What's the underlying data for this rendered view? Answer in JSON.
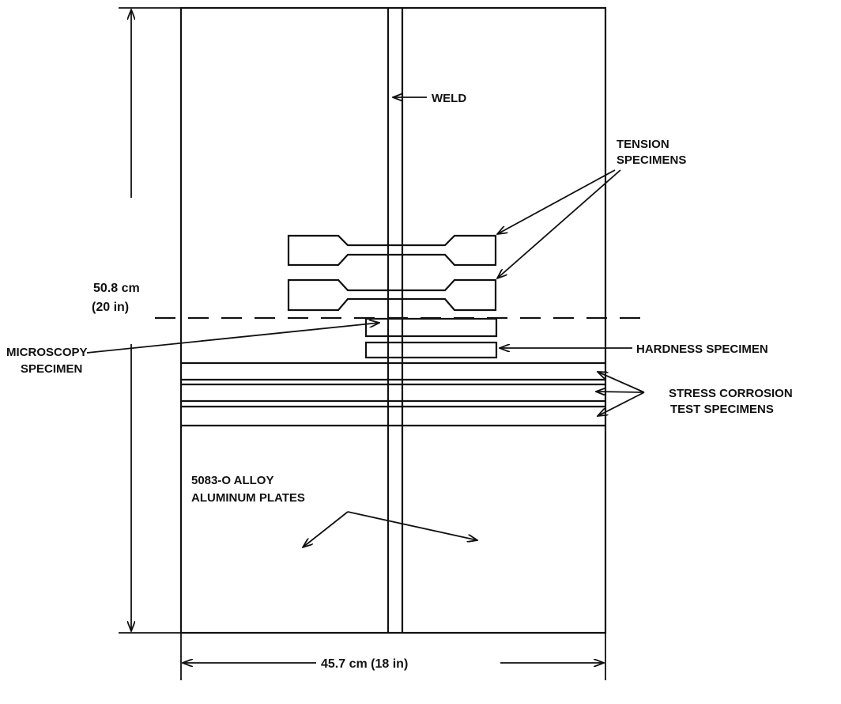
{
  "labels": {
    "weld": "WELD",
    "tension_line1": "TENSION",
    "tension_line2": "SPECIMENS",
    "height_metric": "50.8 cm",
    "height_imperial": "(20 in)",
    "microscopy_line1": "MICROSCOPY",
    "microscopy_line2": "SPECIMEN",
    "hardness": "HARDNESS SPECIMEN",
    "stress_line1": "STRESS CORROSION",
    "stress_line2": "TEST  SPECIMENS",
    "alloy_line1": "5083-O  ALLOY",
    "alloy_line2": "ALUMINUM PLATES",
    "width": "45.7 cm   (18 in)"
  }
}
